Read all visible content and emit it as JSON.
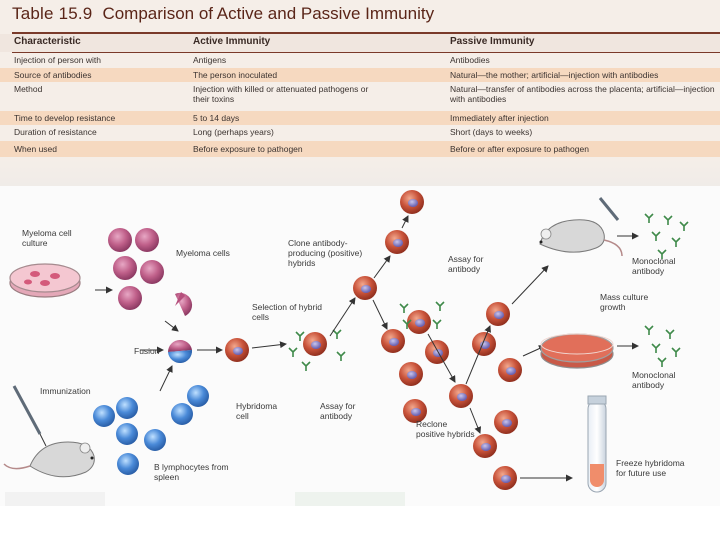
{
  "table": {
    "number": "Table 15.9",
    "title": "Comparison of Active and Passive Immunity",
    "headers": [
      "Characteristic",
      "Active Immunity",
      "Passive Immunity"
    ],
    "rows": [
      [
        "Injection of person with",
        "Antigens",
        "Antibodies"
      ],
      [
        "Source of antibodies",
        "The person inoculated",
        "Natural—the mother; artificial—injection with antibodies"
      ],
      [
        "Method",
        "Injection with killed or attenuated pathogens or their toxins",
        "Natural—transfer of antibodies across the placenta; artificial—injection with antibodies"
      ],
      [
        "Time to develop resistance",
        "5 to 14 days",
        "Immediately after injection"
      ],
      [
        "Duration of resistance",
        "Long (perhaps years)",
        "Short (days to weeks)"
      ],
      [
        "When used",
        "Before exposure to pathogen",
        "Before or after exposure to pathogen"
      ]
    ],
    "band_color": "#f6d9c0"
  },
  "figure": {
    "labels": {
      "myeloma_culture": "Myeloma cell culture",
      "myeloma_cells": "Myeloma cells",
      "fusion": "Fusion",
      "immunization": "Immunization",
      "b_lymphocytes": "B lymphocytes from spleen",
      "hybridoma_cell": "Hybridoma cell",
      "selection": "Selection of hybrid cells",
      "assay1": "Assay for antibody",
      "clone": "Clone antibody-producing (positive) hybrids",
      "assay2": "Assay for antibody",
      "reclone": "Reclone positive hybrids",
      "monoclonal_top": "Monoclonal antibody",
      "mass_culture": "Mass culture growth",
      "monoclonal_mid": "Monoclonal antibody",
      "freeze": "Freeze hybridoma for future use"
    },
    "colors": {
      "myeloma": "#c0608a",
      "lymphocyte": "#4a8ad8",
      "hybridoma": "#c9533a",
      "antibody": "#3f8a4a"
    }
  }
}
